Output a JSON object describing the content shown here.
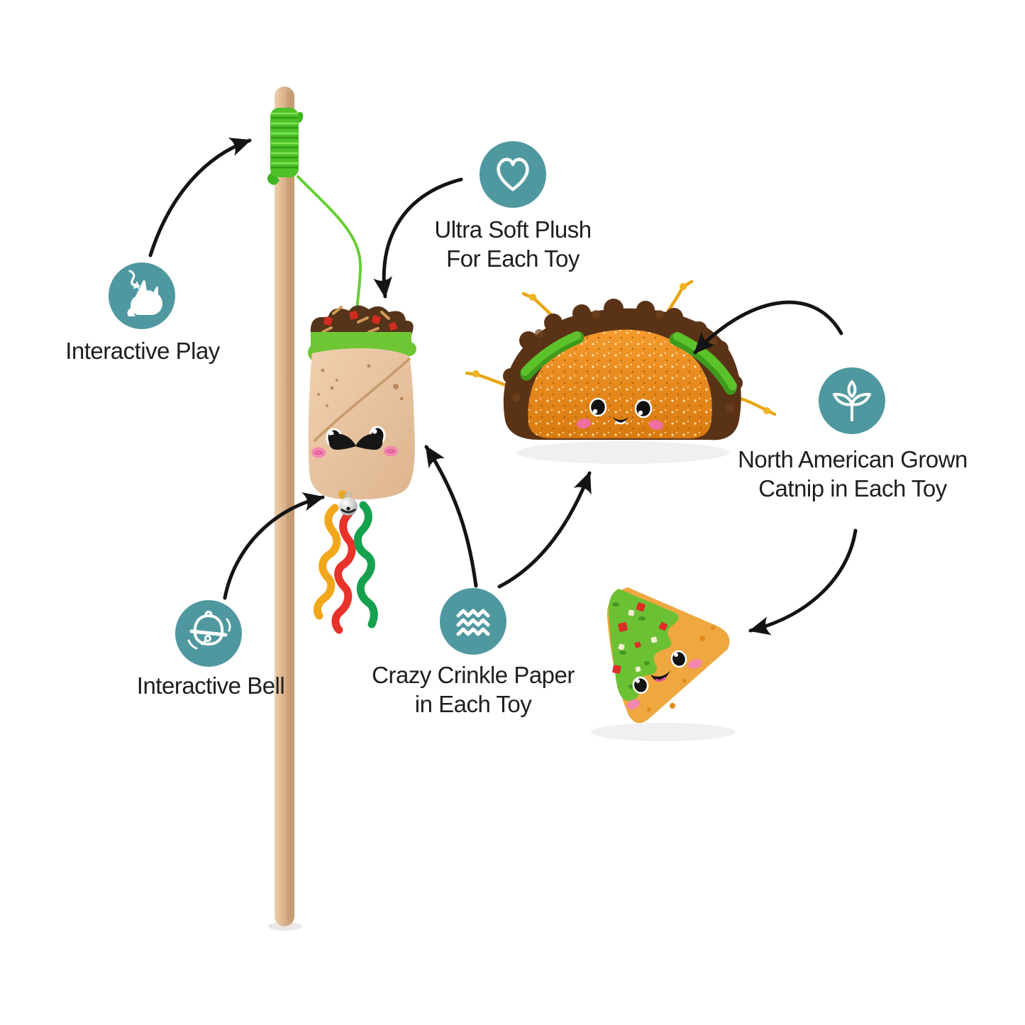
{
  "page": {
    "background": "#ffffff",
    "description_icons": [
      "cat-play-icon",
      "heart-icon",
      "sprout-icon",
      "bell-icon",
      "crinkle-waves-icon"
    ]
  },
  "features": {
    "interactive_play": {
      "icon": "cat-play-icon",
      "label": "Interactive Play"
    },
    "ultra_soft_plush": {
      "icon": "heart-icon",
      "line1": "Ultra Soft Plush",
      "line2": "For Each Toy"
    },
    "catnip": {
      "icon": "sprout-icon",
      "line1": "North American Grown",
      "line2": "Catnip in Each Toy"
    },
    "interactive_bell": {
      "icon": "bell-icon",
      "label": "Interactive Bell"
    },
    "crinkle_paper": {
      "icon": "crinkle-waves-icon",
      "line1": "Crazy Crinkle Paper",
      "line2": "in Each Toy"
    }
  },
  "objects": {
    "wand": "wooden-teaser-wand-with-green-cord-wrap",
    "hanging_toy": "burrito-plush-with-mustache-face-bell-and-ribbon-streamers",
    "toy2": "taco-plush-with-smiley-face",
    "toy3": "tortilla-chip-plush-with-guacamole"
  },
  "colors": {
    "accent_teal": "#4f98a0",
    "arrow_black": "#141414",
    "text_black": "#1e1e1e",
    "wand_wood": "#dcb48e",
    "cord_wrap_green": "#4cc228",
    "string_green": "#67ce35",
    "tortilla_tan": "#ecc7a6",
    "filling_brown": "#54341a",
    "lettuce_green": "#6fc635",
    "taco_shell_brown": "#5a3317",
    "taco_filling_orange": "#ef8d1e",
    "cheese_yellow": "#e8a614",
    "chip_orange": "#efa73f",
    "guac_green": "#6cc034",
    "ribbon_yellow": "#f2a71b",
    "ribbon_red": "#e8332a",
    "ribbon_green": "#17a04d",
    "cheek_pink": "#f287ae",
    "bell_silver": "#c9c9c9"
  }
}
